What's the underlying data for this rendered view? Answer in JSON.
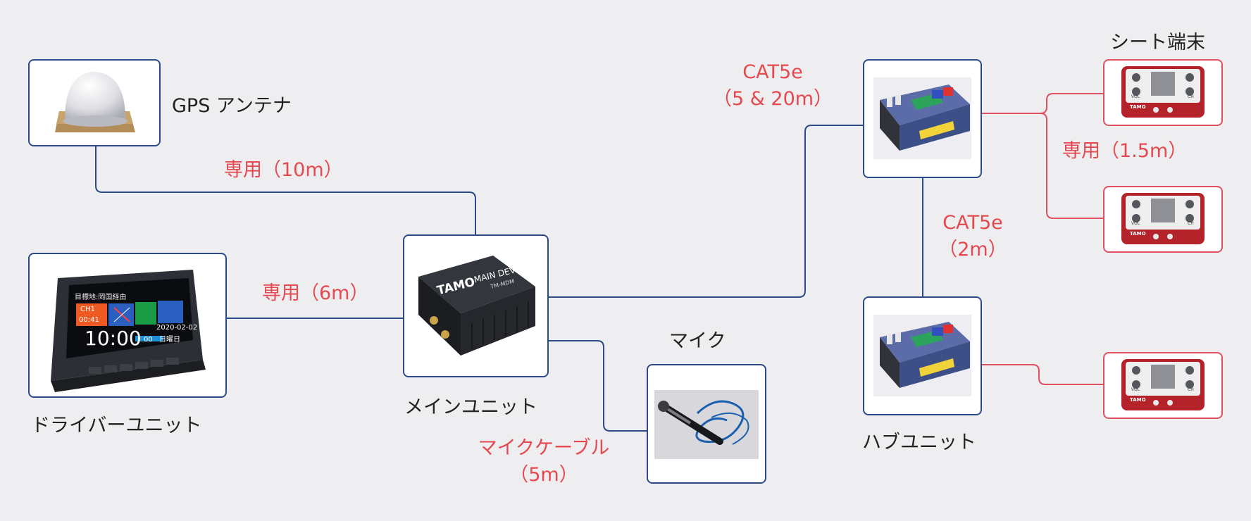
{
  "devices": {
    "gps": "GPS アンテナ",
    "driver": "ドライバーユニット",
    "main": "メインユニット",
    "mic": "マイク",
    "hub": "ハブユニット",
    "seat": "シート端末"
  },
  "driver_screen": {
    "title": "目標地:岡国経由",
    "time": "10:00",
    "seconds": "00",
    "date": "2020-02-02",
    "weekday": "日曜日",
    "ch": "CH1",
    "counter": "00:41"
  },
  "main_device_print": {
    "brand": "TAMO",
    "name": "MAIN DEVICE",
    "model": "TM-MDM"
  },
  "seat_terminal_print": {
    "brand": "TAMO",
    "vol": "VOL",
    "ch": "CH"
  },
  "cables": {
    "gps": "専用（10m）",
    "driver": "専用（6m）",
    "cat5e_top_line1": "CAT5e",
    "cat5e_top_line2": "（5 & 20m）",
    "cat5e_mid_line1": "CAT5e",
    "cat5e_mid_line2": "（2m）",
    "seat": "専用（1.5m）",
    "mic_line1": "マイクケーブル",
    "mic_line2": "（5m）"
  },
  "colors": {
    "background": "#eeeef0",
    "blue_line": "#2a4a8a",
    "red_line": "#e05060",
    "cable_text": "#e5484f"
  }
}
